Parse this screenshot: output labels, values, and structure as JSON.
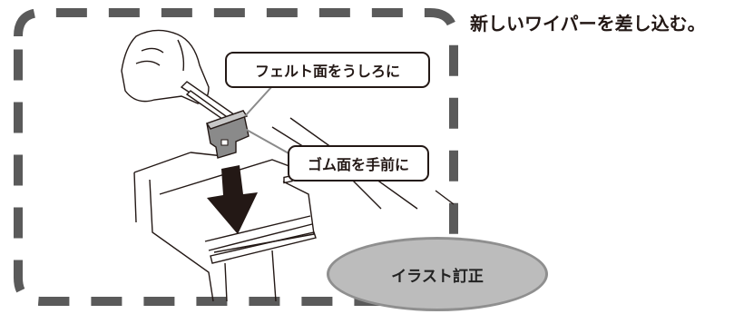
{
  "instruction": "新しいワイパーを差し込む。",
  "callouts": {
    "top": "フェルト面をうしろに",
    "bottom": "ゴム面を手前に"
  },
  "badge": "イラスト訂正",
  "icons": {
    "arrow": "down-arrow-icon",
    "hand": "hand-with-tweezers-illustration",
    "wiper": "wiper-part-illustration",
    "slot": "printer-slot-illustration"
  },
  "colors": {
    "line": "#231815",
    "frame": "#5a5a5a",
    "badge_fill": "#bcbcbc",
    "badge_border": "#8f8f8f"
  }
}
